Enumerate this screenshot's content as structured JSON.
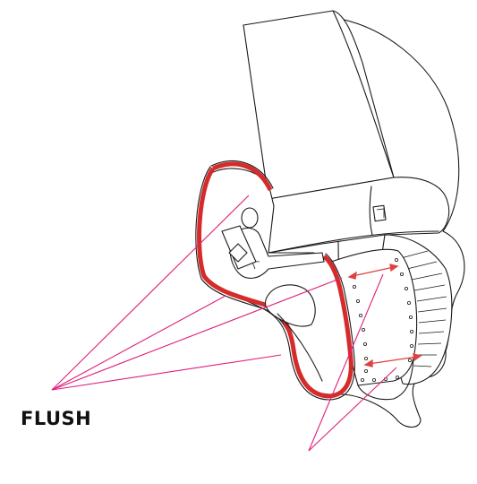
{
  "callout": {
    "flush_label": "FLUSH"
  },
  "colors": {
    "seal_red": "#d62b2b",
    "leader_magenta": "#e0207c",
    "dimension_red": "#e04040",
    "outline": "#1a1a1a"
  },
  "icons": {
    "rivet": "circle-outline",
    "dimension_arrow": "double-headed-arrow"
  }
}
